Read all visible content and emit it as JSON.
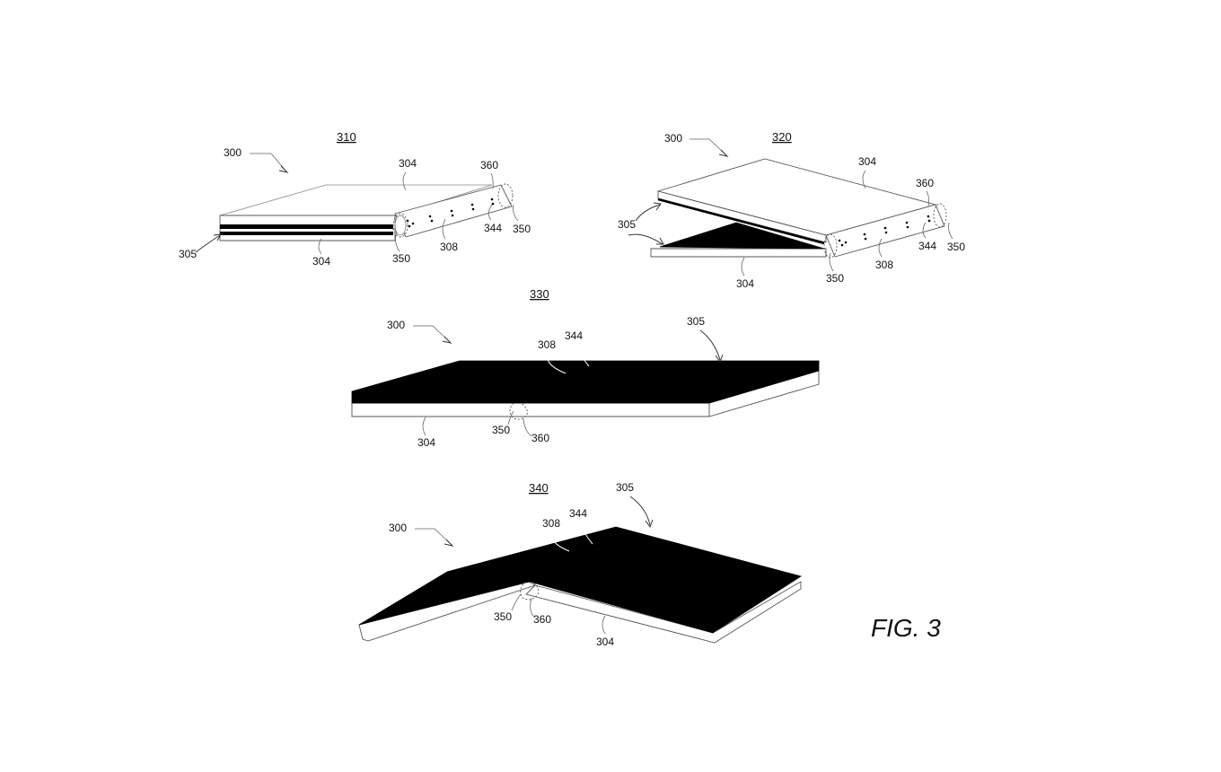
{
  "figure": {
    "title": "FIG. 3"
  },
  "views": {
    "v310": {
      "id": "310",
      "device": "300",
      "housing_top": "304",
      "housing_bottom": "304",
      "display": "305",
      "hinge_cover": "360",
      "processor": "344",
      "hinge_left": "350",
      "hinge_right": "350",
      "circuit": "308"
    },
    "v320": {
      "id": "320",
      "device": "300",
      "housing_top": "304",
      "housing_bottom": "304",
      "display": "305",
      "hinge_cover": "360",
      "processor": "344",
      "hinge_left": "350",
      "hinge_right": "350",
      "circuit": "308"
    },
    "v330": {
      "id": "330",
      "device": "300",
      "circuit": "308",
      "processor": "344",
      "display": "305",
      "housing": "304",
      "hinge": "350",
      "hinge_cover": "360"
    },
    "v340": {
      "id": "340",
      "device": "300",
      "circuit": "308",
      "processor": "344",
      "display": "305",
      "housing": "304",
      "hinge": "350",
      "hinge_cover": "360"
    }
  }
}
